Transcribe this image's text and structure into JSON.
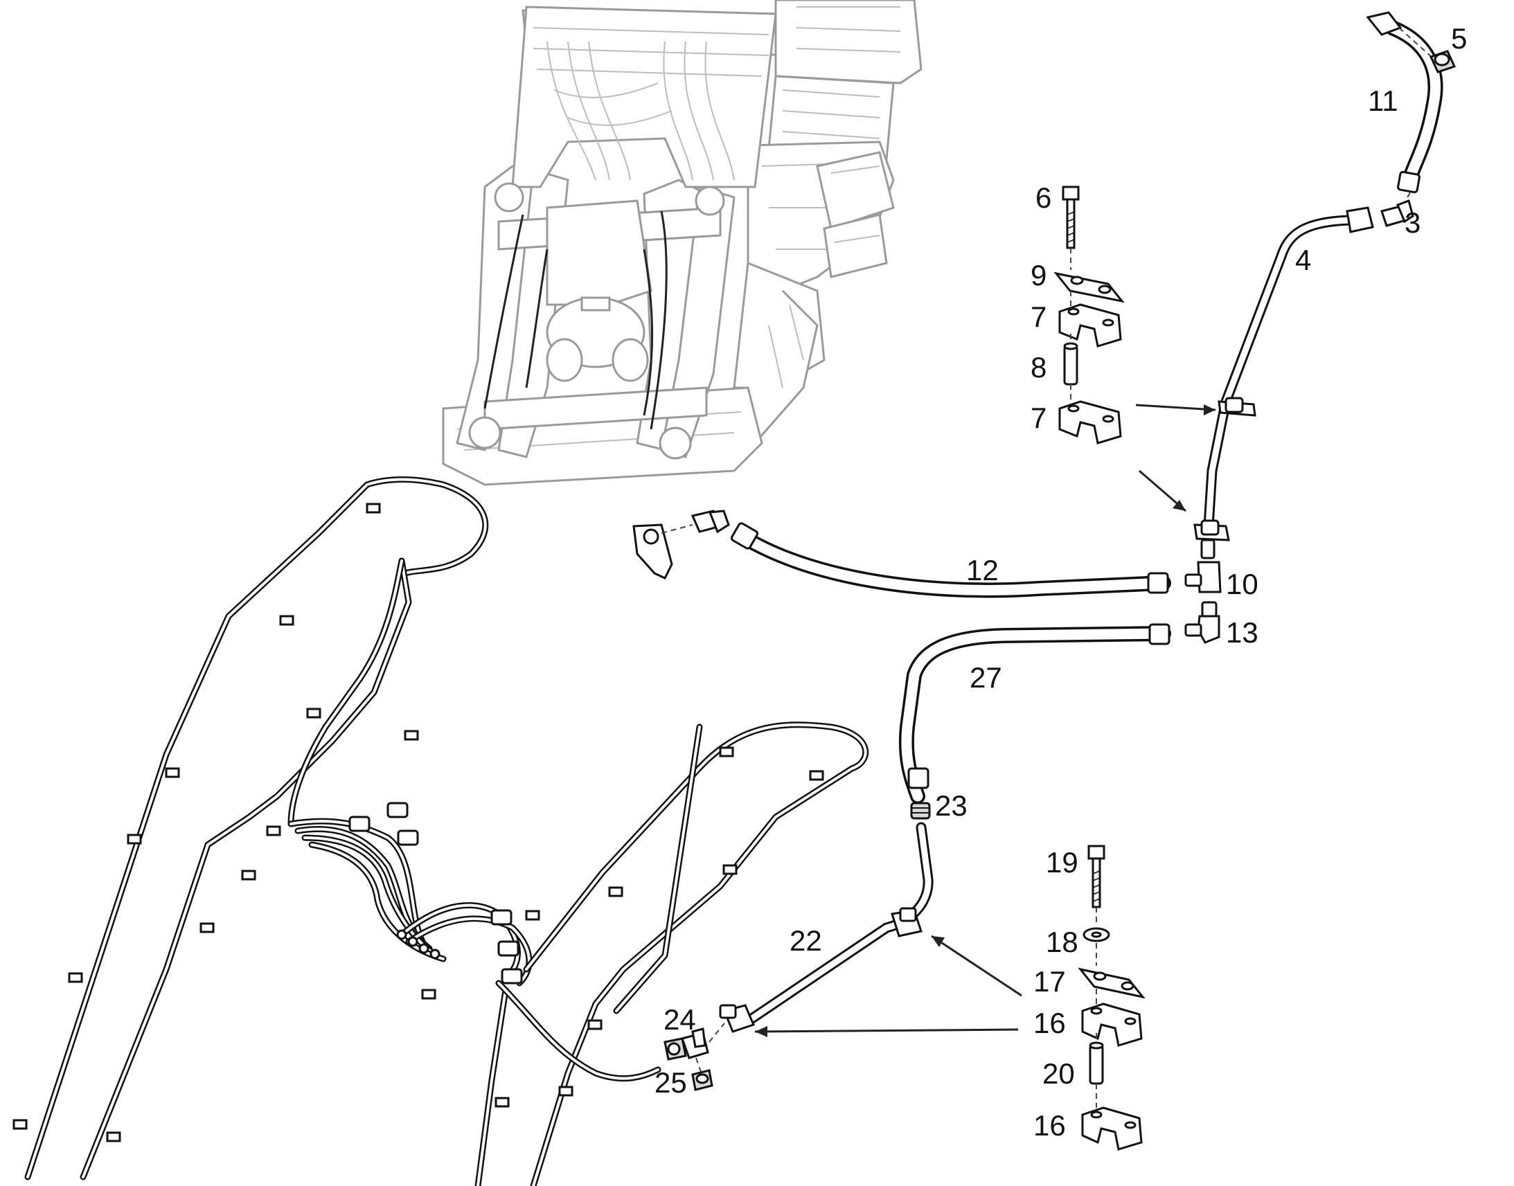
{
  "callouts": {
    "c3": "3",
    "c4": "4",
    "c5": "5",
    "c6": "6",
    "c7a": "7",
    "c7b": "7",
    "c8": "8",
    "c9": "9",
    "c10": "10",
    "c11": "11",
    "c12": "12",
    "c13": "13",
    "c16a": "16",
    "c16b": "16",
    "c17": "17",
    "c18": "18",
    "c19": "19",
    "c20": "20",
    "c22": "22",
    "c23": "23",
    "c24": "24",
    "c25": "25",
    "c27": "27"
  }
}
